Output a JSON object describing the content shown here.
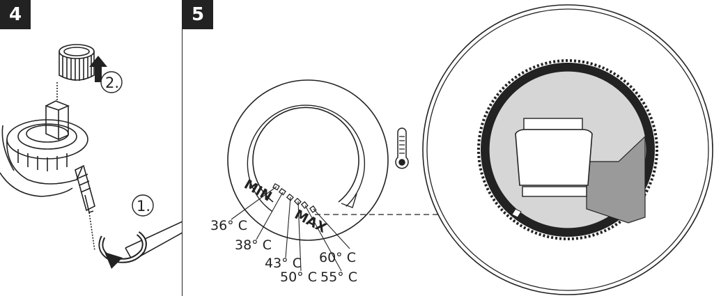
{
  "steps": [
    {
      "number": "4",
      "callouts": [
        "2.",
        "1."
      ]
    },
    {
      "number": "5"
    }
  ],
  "scale": {
    "min_label": "MIN",
    "max_label": "MAX",
    "temperatures": [
      "36° C",
      "38° C",
      "43° C",
      "50° C",
      "55° C",
      "60° C"
    ]
  },
  "icons": [
    "thermometer-icon",
    "rotate-arrow-icon",
    "lift-arrow-icon"
  ],
  "colors": {
    "line": "#222222",
    "fill_grey": "#d6d6d6",
    "fill_dark": "#9a9a9a",
    "badge": "#222222"
  }
}
